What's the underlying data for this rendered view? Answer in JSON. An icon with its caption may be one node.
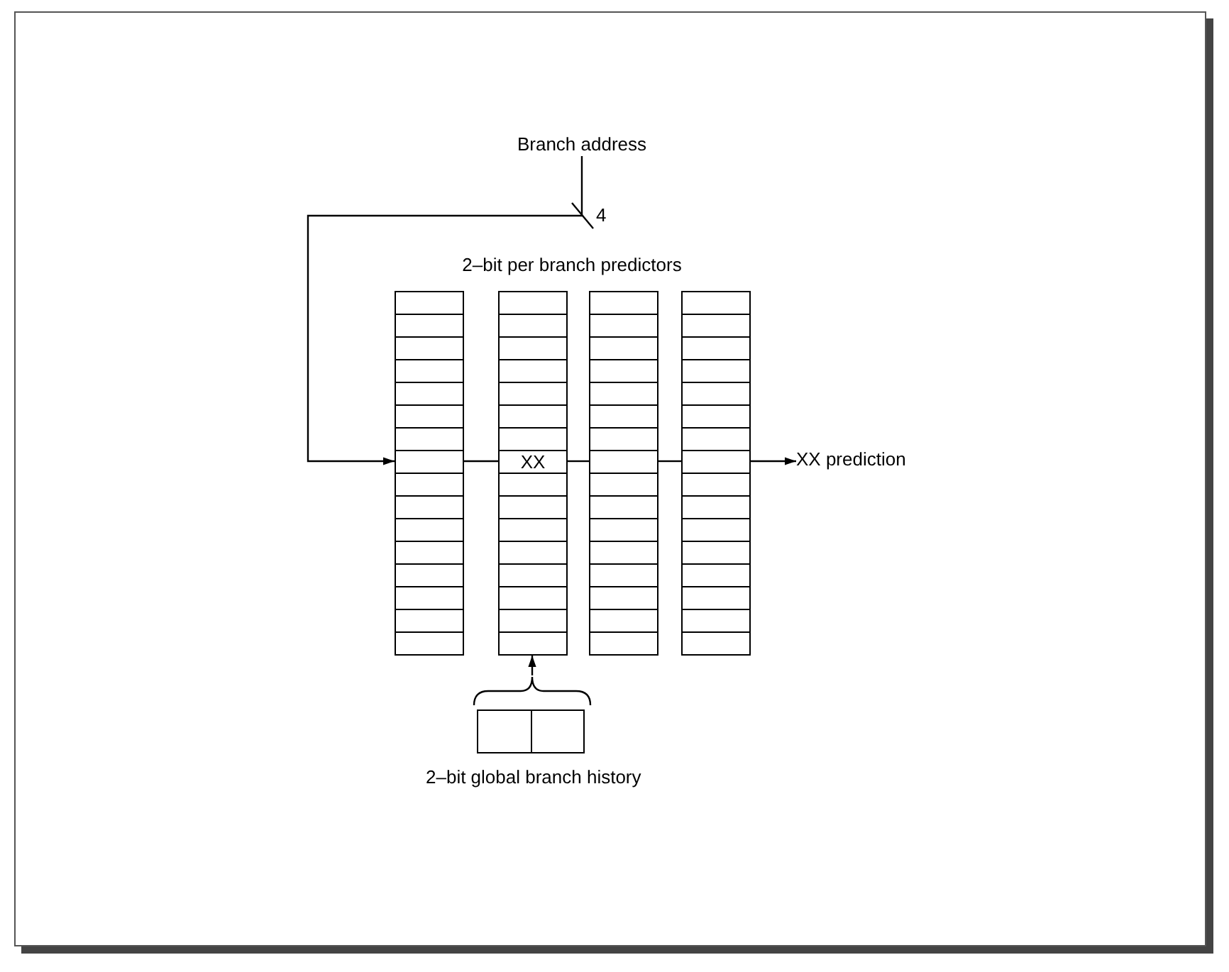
{
  "diagram": {
    "nodes": [
      {
        "text": [
          "Branch address"
        ]
      },
      {
        "text": [],
        "shape": "box"
      },
      {
        "text": [
          "XX"
        ]
      },
      {
        "text": [],
        "shape": "box"
      },
      {
        "text": [],
        "shape": "box"
      },
      {
        "text": [
          "XX prediction"
        ]
      },
      {
        "text": [
          "2–bit global branch history"
        ]
      }
    ],
    "edges": [
      {
        "from": 0,
        "to": 1,
        "arrow": "to"
      },
      {
        "from": 1,
        "to": 2,
        "arrow": "none"
      },
      {
        "from": 2,
        "to": 3,
        "arrow": "none"
      },
      {
        "from": 3,
        "to": 4,
        "arrow": "none"
      },
      {
        "from": 4,
        "to": 5,
        "arrow": "to"
      },
      {
        "from": 6,
        "to": 2,
        "arrow": "to"
      }
    ],
    "labels": [
      "2–bit per branch predictors",
      "4"
    ]
  }
}
